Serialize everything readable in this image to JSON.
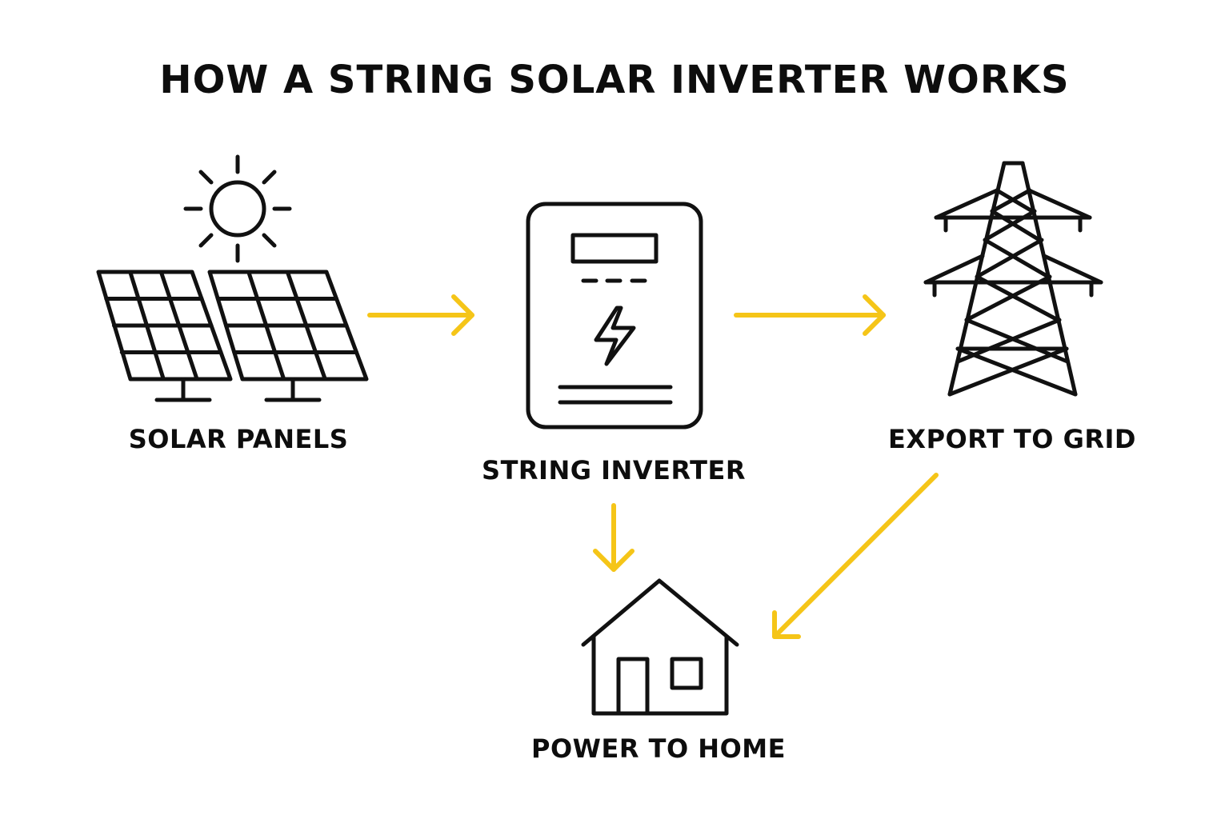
{
  "title": "HOW A STRING SOLAR INVERTER WORKS",
  "colors": {
    "arrow": "#F5C518",
    "line": "#111111",
    "background": "#FFFFFF"
  },
  "nodes": {
    "solar": {
      "label": "SOLAR PANELS",
      "icons": [
        "sun-icon",
        "solar-panel-icon"
      ]
    },
    "inverter": {
      "label": "STRING INVERTER",
      "icons": [
        "inverter-icon",
        "lightning-bolt-icon"
      ]
    },
    "grid": {
      "label": "EXPORT TO GRID",
      "icons": [
        "transmission-tower-icon"
      ]
    },
    "home": {
      "label": "POWER TO HOME",
      "icons": [
        "house-icon"
      ]
    }
  },
  "edges": [
    {
      "from": "solar",
      "to": "inverter"
    },
    {
      "from": "inverter",
      "to": "grid"
    },
    {
      "from": "inverter",
      "to": "home"
    },
    {
      "from": "grid",
      "to": "home"
    }
  ]
}
